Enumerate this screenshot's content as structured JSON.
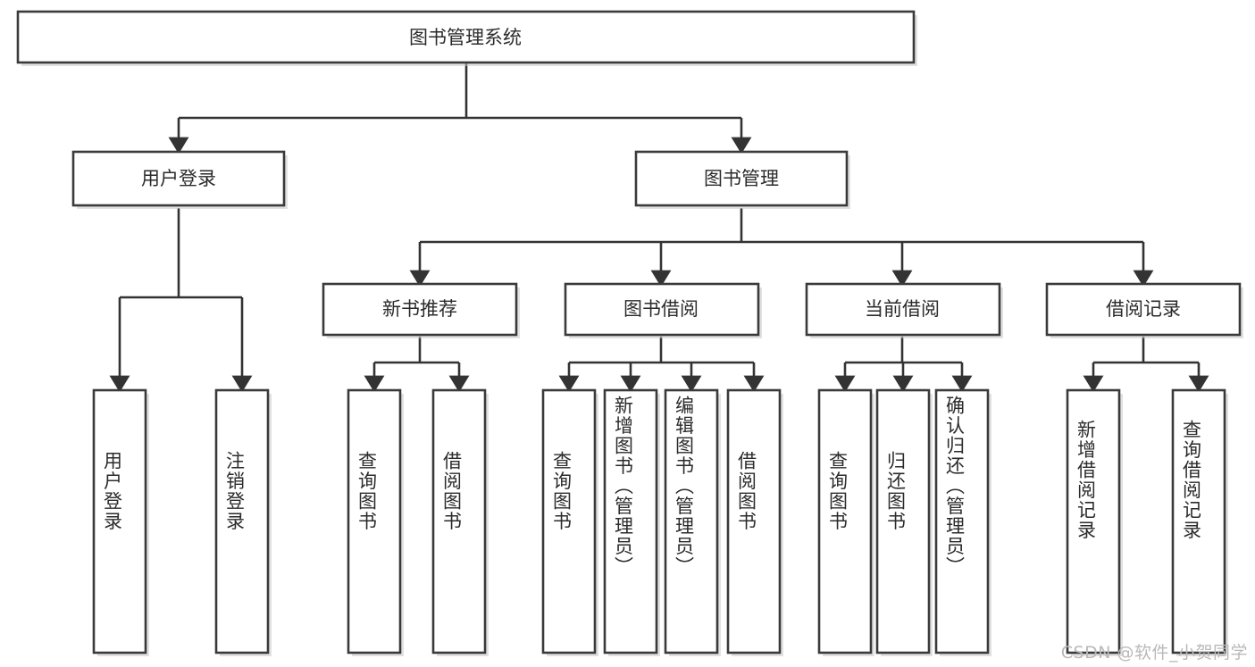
{
  "diagram": {
    "type": "hierarchy-tree",
    "title": "图书管理系统",
    "root": {
      "label": "图书管理系统"
    },
    "level2": [
      {
        "id": "user-login",
        "label": "用户登录"
      },
      {
        "id": "book-manage",
        "label": "图书管理"
      }
    ],
    "level3": [
      {
        "id": "new-book-recommend",
        "label": "新书推荐",
        "parent": "book-manage"
      },
      {
        "id": "book-borrow",
        "label": "图书借阅",
        "parent": "book-manage"
      },
      {
        "id": "current-borrow",
        "label": "当前借阅",
        "parent": "book-manage"
      },
      {
        "id": "borrow-record",
        "label": "借阅记录",
        "parent": "book-manage"
      }
    ],
    "leaves": [
      {
        "id": "leaf-user-login",
        "label": "用户登录",
        "parent": "user-login"
      },
      {
        "id": "leaf-logout-login",
        "label": "注销登录",
        "parent": "user-login"
      },
      {
        "id": "leaf-query-book-1",
        "label": "查询图书",
        "parent": "new-book-recommend"
      },
      {
        "id": "leaf-borrow-book-1",
        "label": "借阅图书",
        "parent": "new-book-recommend"
      },
      {
        "id": "leaf-query-book-2",
        "label": "查询图书",
        "parent": "book-borrow"
      },
      {
        "id": "leaf-add-book",
        "label": "新增图书（管理员）",
        "parent": "book-borrow"
      },
      {
        "id": "leaf-edit-book",
        "label": "编辑图书（管理员）",
        "parent": "book-borrow"
      },
      {
        "id": "leaf-borrow-book-2",
        "label": "借阅图书",
        "parent": "book-borrow"
      },
      {
        "id": "leaf-query-book-3",
        "label": "查询图书",
        "parent": "current-borrow"
      },
      {
        "id": "leaf-return-book",
        "label": "归还图书",
        "parent": "current-borrow"
      },
      {
        "id": "leaf-confirm-return",
        "label": "确认归还（管理员）",
        "parent": "current-borrow"
      },
      {
        "id": "leaf-add-record",
        "label": "新增借阅记录",
        "parent": "borrow-record"
      },
      {
        "id": "leaf-query-record",
        "label": "查询借阅记录",
        "parent": "borrow-record"
      }
    ]
  },
  "watermark": {
    "text": "CSDN @软件_小贺同学"
  },
  "colors": {
    "box_stroke": "#3a3a3a",
    "connector": "#333333",
    "text": "#2b2b2b",
    "background": "#ffffff",
    "watermark": "#b9b9b9"
  }
}
